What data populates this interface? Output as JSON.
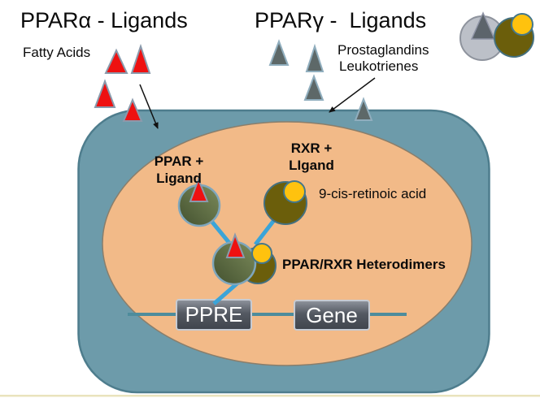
{
  "slide": {
    "title_left": "PPARα - Ligands",
    "title_right": "PPARγ -  Ligands"
  },
  "annotations": {
    "fatty_acids": "Fatty Acids",
    "prostaglandins": "Prostaglandins",
    "leukotrienes": "Leukotrienes",
    "ppar_ligand_line1": "PPAR +",
    "ppar_ligand_line2": "Ligand",
    "rxr_ligand_line1": "RXR +",
    "rxr_ligand_line2": "LIgand",
    "retinoic_acid": "9-cis-retinoic acid",
    "heterodimers": "PPAR/RXR Heterodimers"
  },
  "dna": {
    "ppre_label": "PPRE",
    "gene_label": "Gene"
  },
  "colors": {
    "red_ligand": "#EE1111",
    "gray_ligand": "#5D6868",
    "cell_fill": "#6D9BAA",
    "cell_border": "#4E7D8D",
    "nucleus_fill": "#F2BA88",
    "nucleus_border": "#8A7E6B",
    "receptor_green_dark": "#43512F",
    "receptor_green_light": "#7C8B5B",
    "rxr_olive": "#6B5E0B",
    "ligand_yellow": "#FFC20E",
    "blue_connector": "#3BA4D8",
    "dna_line": "#4E8C9C",
    "box_border": "#C6CBD3",
    "logo_gray_circle": "#BCC0C8",
    "logo_triangle": "#5C646B",
    "bottom_rule": "#EAE3BD"
  }
}
